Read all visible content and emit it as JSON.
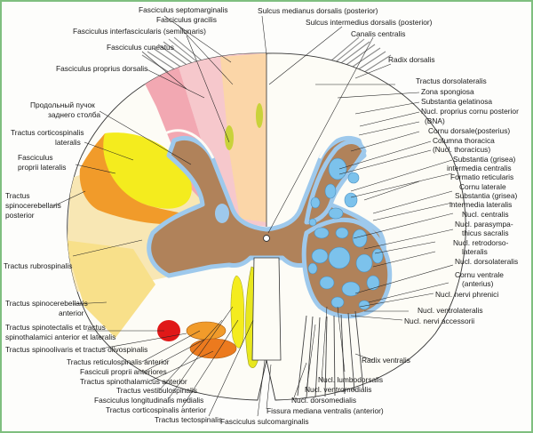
{
  "diagram": {
    "colors": {
      "white_matter": "#fdfcf6",
      "posterior_funiculus_pink": "#f6c8cc",
      "gracilis_peach": "#fbd6a8",
      "cuneatus_pink": "#f2a8b2",
      "gray_matter": "#b0825a",
      "outline_blue": "#9ec9ec",
      "nucleus_blue": "#7cc2ec",
      "corticospinal_yellow": "#f4ec1e",
      "spinocerebellar_orange": "#f19b2a",
      "rubrospinal_cream": "#f8e7b4",
      "tectospinal_yellow": "#e8e71e",
      "spino_olivary_red": "#e01818",
      "root_gray": "#8a8a8a"
    },
    "labels_top": {
      "fasciculus_septomarginalis": "Fasciculus septomarginalis",
      "fasciculus_gracilis": "Fasciculus gracilis",
      "fasciculus_interfascicularis": "Fasciculus interfascicularis (semilunaris)",
      "fasciculus_cuneatus": "Fasciculus cuneatus",
      "fasciculus_proprius_dorsalis": "Fasciculus proprius dorsalis",
      "sulcus_medianus": "Sulcus medianus dorsalis (posterior)",
      "sulcus_intermedius": "Sulcus intermedius dorsalis (posterior)",
      "canalis_centralis": "Canalis centralis",
      "radix_dorsalis": "Radix dorsalis"
    },
    "labels_left": {
      "prodolny_1": "Продольный пучок",
      "prodolny_2": "заднего столба",
      "corticospinalis_lat_1": "Tractus corticospinalis",
      "corticospinalis_lat_2": "lateralis",
      "propr_lat_1": "Fasciculus",
      "propr_lat_2": "proprii lateralis",
      "spinocer_post_1": "Tractus",
      "spinocer_post_2": "spinocerebellaris",
      "spinocer_post_3": "posterior",
      "rubrospinalis": "Tractus rubrospinalis",
      "spinocer_ant_1": "Tractus spinocerebellaris",
      "spinocer_ant_2": "anterior",
      "spinotectalis_1": "Tractus spinotectalis et tractus",
      "spinotectalis_2": "spinothalamici anterior et lateralis",
      "spinoolivaris": "Tractus spinoolivaris et tractus olivospinalis"
    },
    "labels_right": {
      "dorsolateralis": "Tractus dorsolateralis",
      "zona_spongiosa": "Zona spongiosa",
      "subst_gelatinosa": "Substantia gelatinosa",
      "nucl_proprius_1": "Nucl. proprius cornu posterior",
      "nucl_proprius_2": "(BNA)",
      "cornu_dorsale": "Cornu dorsale(posterius)",
      "columna_thoracica_1": "Columna thoracica",
      "columna_thoracica_2": "(Nucl. thoracicus)",
      "subst_intermedia_c_1": "Substantia (grisea)",
      "subst_intermedia_c_2": "intermedia centralis",
      "formatio_reticularis": "Formatio reticularis",
      "cornu_laterale": "Cornu laterale",
      "subst_intermedia_l_1": "Substantia (grisea)",
      "subst_intermedia_l_2": "intermedia lateralis",
      "nucl_centralis": "Nucl. centralis",
      "nucl_parasymp_1": "Nucl. parasympa-",
      "nucl_parasymp_2": "thicus sacralis",
      "nucl_retrodorso_1": "Nucl. retrodorso-",
      "nucl_retrodorso_2": "lateralis",
      "nucl_dorsolateralis": "Nucl. dorsolateralis",
      "cornu_ventrale_1": "Cornu ventrale",
      "cornu_ventrale_2": "(anterius)",
      "nucl_phrenici": "Nucl. nervi phrenici",
      "nucl_ventrolateralis": "Nucl. ventrolateralis",
      "nucl_accessorii": "Nucl. nervi accessorii"
    },
    "labels_bottom": {
      "reticulospinalis": "Tractus reticulospinalis anterior",
      "fasciculi_proprii": "Fasciculi proprii anteriores",
      "spinothalamicus_ant": "Tractus spinothalamicus anterior",
      "vestibulospinalis": "Tractus vestibulospinalis",
      "longitudinalis_med": "Fasciculus longitudinalis medialis",
      "corticospinalis_ant": "Tractus corticospinalis anterior",
      "tectospinalis": "Tractus tectospinalis",
      "sulcomarginalis": "Fasciculus sulcomarginalis",
      "fissura_mediana": "Fissura mediana ventralis (anterior)",
      "nucl_dorsomedialis": "Nucl. dorsomedialis",
      "nucl_ventromedialis": "Nucl. ventromedialis",
      "nucl_lumbodorsalis": "Nucl. lumbodorsalis",
      "radix_ventralis": "Radix ventralis"
    }
  }
}
